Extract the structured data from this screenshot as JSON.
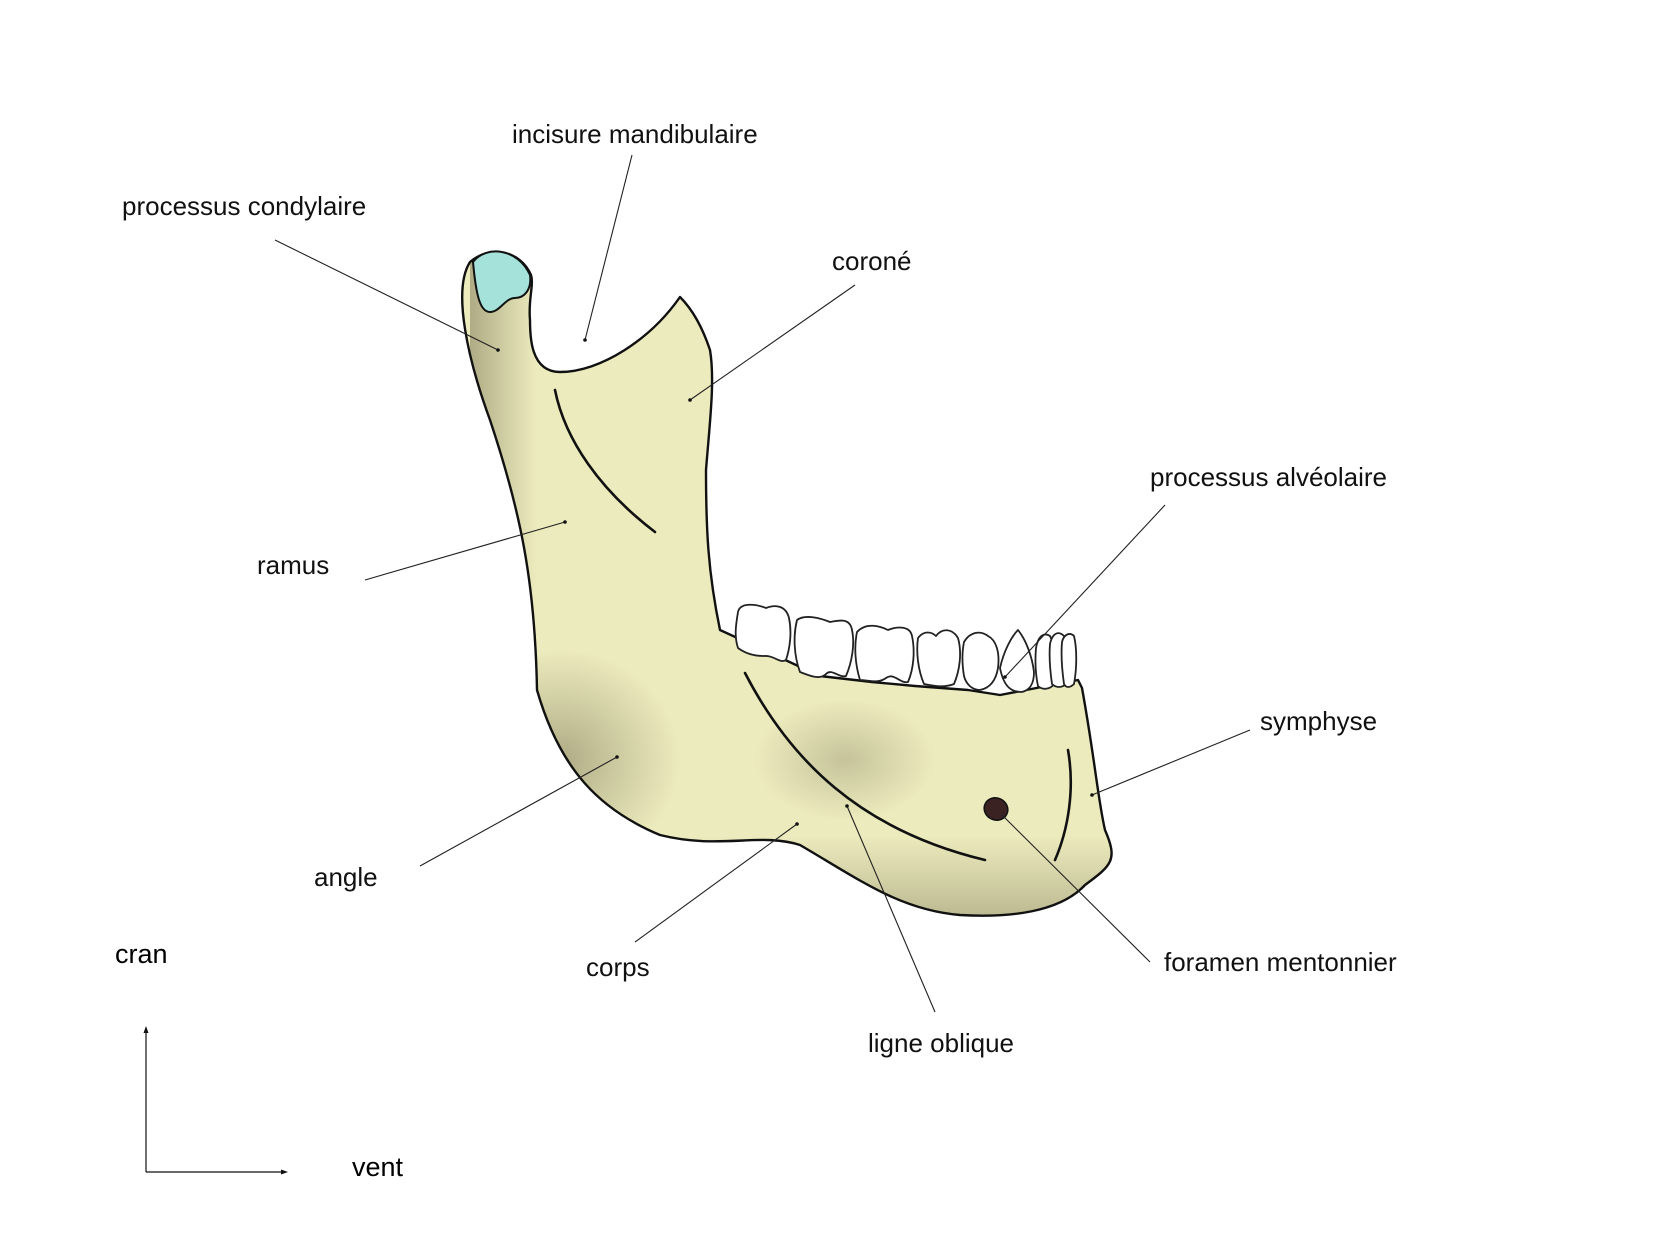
{
  "colors": {
    "bone": "#ecebbd",
    "bone_shadow": "#a7a27a",
    "cartilage": "#a5e3da",
    "tooth": "#ffffff",
    "foramen": "#3a2222",
    "outline": "#111111"
  },
  "labels": {
    "incisure_mandibulaire": "incisure mandibulaire",
    "processus_condylaire": "processus condylaire",
    "corone": "coroné",
    "processus_alveolaire": "processus alvéolaire",
    "ramus": "ramus",
    "symphyse": "symphyse",
    "angle": "angle",
    "corps": "corps",
    "foramen_mentonnier": "foramen mentonnier",
    "ligne_oblique": "ligne oblique"
  },
  "orientation": {
    "up": "cran",
    "right": "vent"
  }
}
